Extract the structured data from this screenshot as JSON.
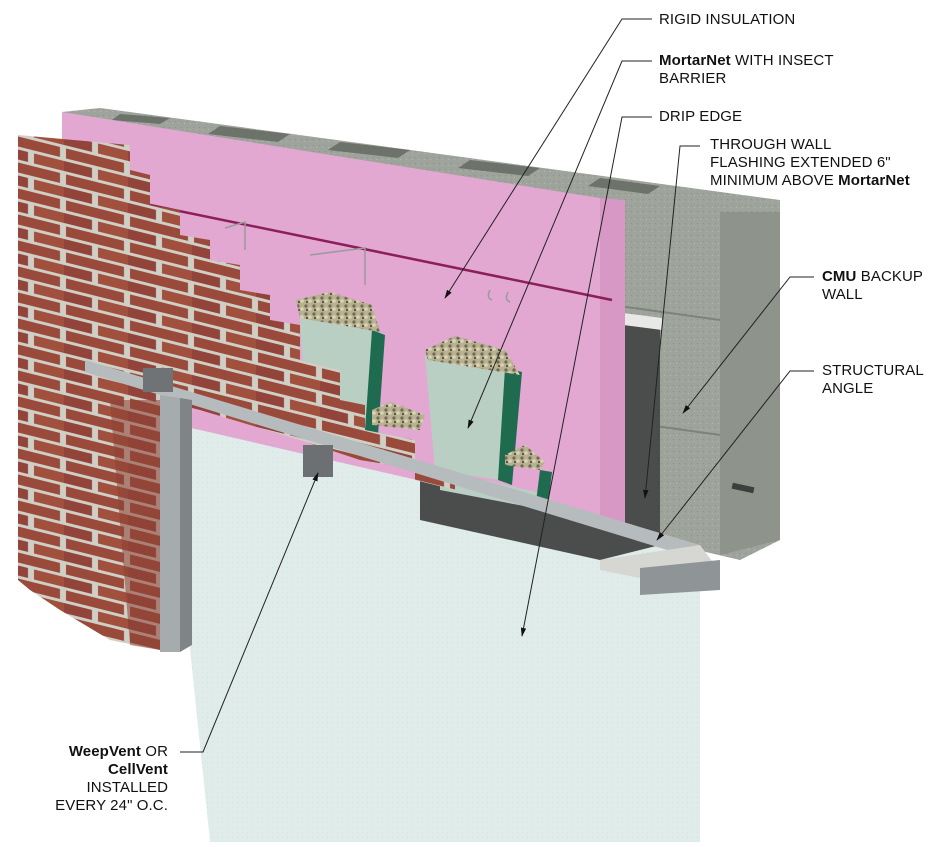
{
  "diagram": {
    "type": "3D cutaway wall section",
    "subject": "Masonry cavity wall over opening with steel lintel",
    "colors": {
      "background": "#ffffff",
      "brick": "#9a4a3a",
      "brick_mortar": "#cfcfc6",
      "rigid_insulation": "#e2a8d2",
      "cmu": "#9ea39c",
      "mortarnet_mesh": "#b9cfc3",
      "mortarnet_backing": "#1e6b4f",
      "flashing": "#4a4d4b",
      "drip_edge": "#d8d8d6",
      "opening_glass": "#dfecea",
      "steel": "#a6abad",
      "leader_line": "#222222",
      "label_text": "#111111"
    }
  },
  "labels": {
    "rigid_insulation": {
      "lines": [
        [
          "",
          "RIGID INSULATION"
        ]
      ]
    },
    "mortarnet": {
      "lines": [
        [
          "MortarNet",
          " WITH INSECT"
        ],
        [
          "",
          "BARRIER"
        ]
      ]
    },
    "drip_edge": {
      "lines": [
        [
          "",
          "DRIP EDGE"
        ]
      ]
    },
    "through_wall_flashing": {
      "lines": [
        [
          "",
          "THROUGH WALL"
        ],
        [
          "",
          "FLASHING EXTENDED 6\""
        ],
        [
          "MINIMUM ABOVE |",
          "MortarNet"
        ]
      ]
    },
    "cmu_backup_wall": {
      "lines": [
        [
          "CMU",
          " BACKUP"
        ],
        [
          "",
          "WALL"
        ]
      ]
    },
    "structural_angle": {
      "lines": [
        [
          "",
          "STRUCTURAL"
        ],
        [
          "",
          "ANGLE"
        ]
      ]
    },
    "weepvent": {
      "lines": [
        [
          "WeepVent",
          " OR"
        ],
        [
          "CellVent",
          ""
        ],
        [
          "",
          "INSTALLED"
        ],
        [
          "",
          "EVERY 24\" O.C."
        ]
      ]
    }
  },
  "label_text": {
    "rigid_insulation": "RIGID INSULATION",
    "mortarnet_bold": "MortarNet",
    "mortarnet_rest": " WITH INSECT",
    "mortarnet_line2": "BARRIER",
    "drip_edge": "DRIP EDGE",
    "flashing_line1": "THROUGH WALL",
    "flashing_line2": "FLASHING EXTENDED 6\"",
    "flashing_line3_plain": "MINIMUM ABOVE ",
    "flashing_line3_bold": "MortarNet",
    "cmu_bold": "CMU",
    "cmu_rest": " BACKUP",
    "cmu_line2": "WALL",
    "angle_line1": "STRUCTURAL",
    "angle_line2": "ANGLE",
    "weep_bold": "WeepVent",
    "weep_rest": " OR",
    "cell_bold": "CellVent",
    "weep_line3": "INSTALLED",
    "weep_line4": "EVERY 24\" O.C."
  }
}
